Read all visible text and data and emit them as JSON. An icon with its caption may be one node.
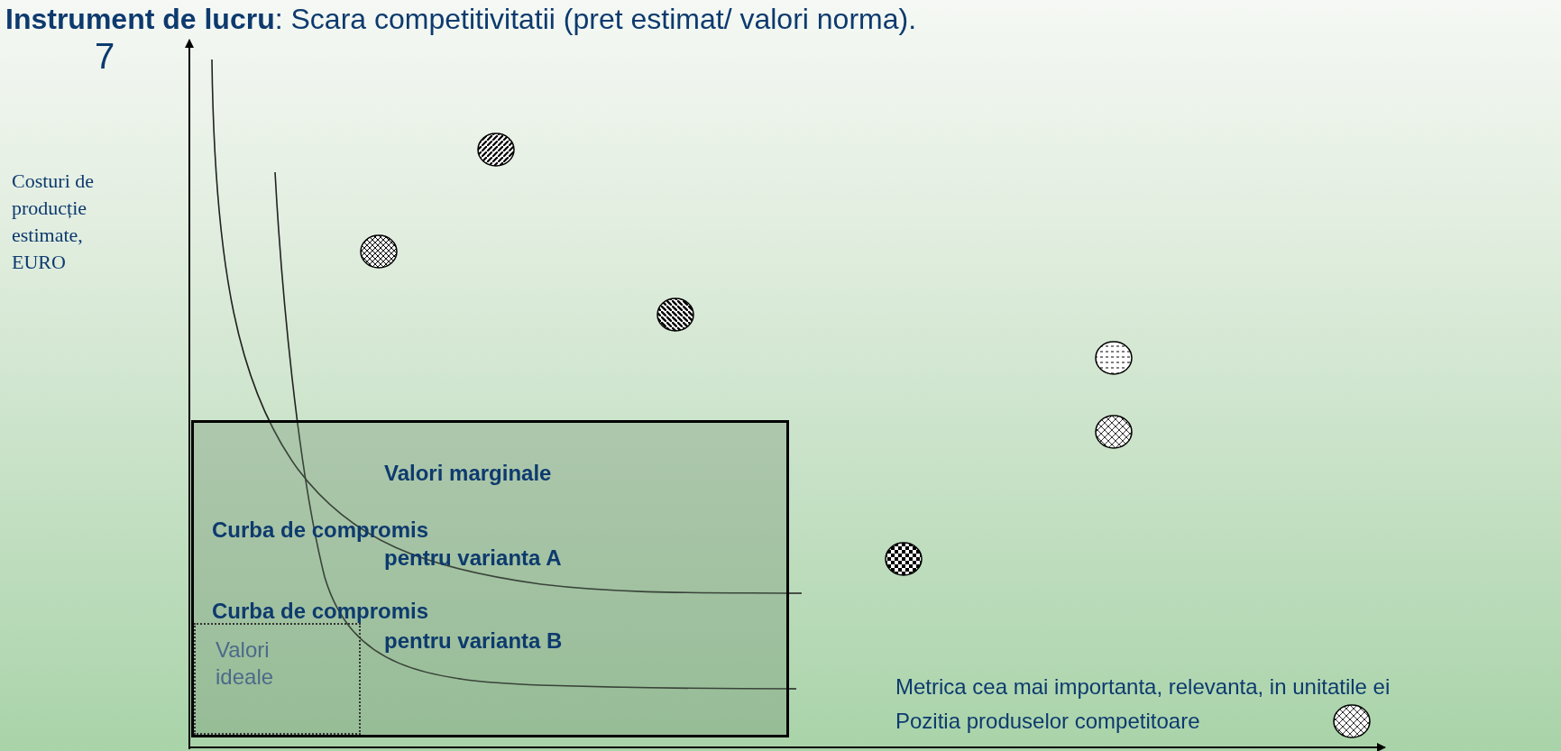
{
  "diagram": {
    "title": "**Instrument de lucru**: Scara competitivitatii (pret estimat/ valori norma).",
    "nodes": [
      {
        "text": [
          "Valori marginale"
        ]
      },
      {
        "text": [
          "Valori ideale"
        ],
        "in": 0
      },
      {
        "text": [],
        "shape": "circle"
      },
      {
        "text": [],
        "shape": "circle"
      },
      {
        "text": [],
        "shape": "circle"
      },
      {
        "text": [],
        "shape": "circle"
      },
      {
        "text": [],
        "shape": "circle"
      },
      {
        "text": [],
        "shape": "circle"
      },
      {
        "text": [],
        "shape": "circle"
      }
    ],
    "labels": [
      "7",
      "Costuri de producție estimate, EURO",
      "Curba de compromis",
      "pentru varianta A",
      "Curba de compromis",
      "pentru varianta B",
      "Metrica cea mai importanta, relevanta, in unitatile ei",
      "Pozitia produselor competitoare"
    ]
  }
}
